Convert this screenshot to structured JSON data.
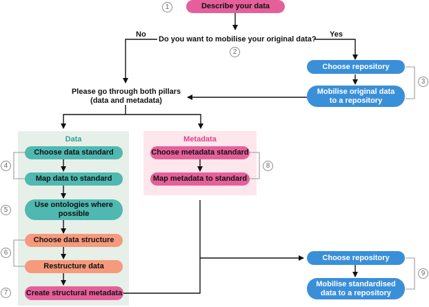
{
  "colors": {
    "pink": "#e5609a",
    "blue": "#3a8fd9",
    "teal": "#4fb8b1",
    "salmon": "#f59a7c",
    "data_panel": "#e7efe9",
    "metadata_panel": "#fde6ec",
    "data_title": "#2fa59e",
    "metadata_title": "#e0418a",
    "line": "#111111",
    "bracket": "#999999"
  },
  "top": {
    "describe_label": "Describe your data",
    "question_label": "Do you want to mobilise your original data?",
    "no_label": "No",
    "yes_label": "Yes",
    "pillars_line1": "Please go through both pillars",
    "pillars_line2": "(data and metadata)"
  },
  "repository_top": {
    "choose_label": "Choose repository",
    "mobilise_line1": "Mobilise original data",
    "mobilise_line2": "to a repository"
  },
  "data_pillar": {
    "title": "Data",
    "choose_standard": "Choose data standard",
    "map_standard": "Map data to standard",
    "ontologies_line1": "Use ontologies where",
    "ontologies_line2": "possible",
    "choose_structure": "Choose data structure",
    "restructure": "Restructure data",
    "structural_metadata": "Create structural metadata"
  },
  "metadata_pillar": {
    "title": "Metadata",
    "choose_standard": "Choose metadata standard",
    "map_standard": "Map metadata to standard"
  },
  "repository_bottom": {
    "choose_label": "Choose repository",
    "mobilise_line1": "Mobilise standardised",
    "mobilise_line2": "data to a repository"
  },
  "steps": {
    "s1": "1",
    "s2": "2",
    "s3": "3",
    "s4": "4",
    "s5": "5",
    "s6": "6",
    "s7": "7",
    "s8": "8",
    "s9": "9"
  }
}
